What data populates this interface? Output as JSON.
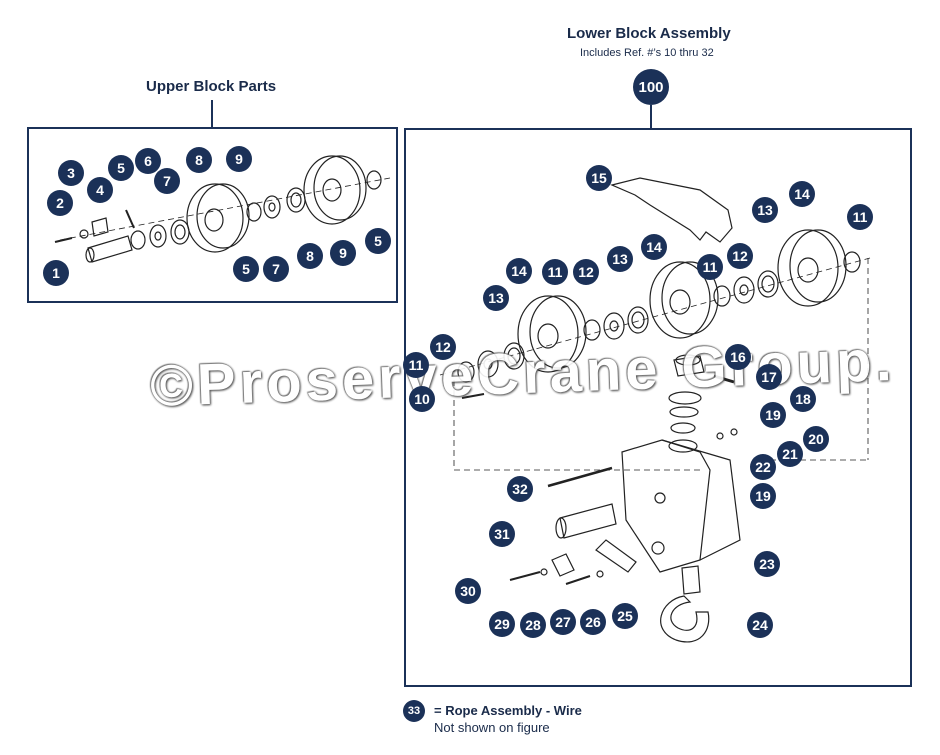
{
  "upper": {
    "title": "Upper Block Parts"
  },
  "lower": {
    "title": "Lower Block Assembly",
    "subtitle": "Includes Ref. #’s 10 thru 32",
    "assembly_number": "100"
  },
  "watermark": "©ProserveCrane Group.",
  "legend": {
    "number": "33",
    "label": "= Rope Assembly - Wire",
    "note": "Not shown on figure"
  },
  "callouts": {
    "u1": "1",
    "u2": "2",
    "u3": "3",
    "u4": "4",
    "u5a": "5",
    "u6": "6",
    "u7a": "7",
    "u8a": "8",
    "u9a": "9",
    "u5b": "5",
    "u7b": "7",
    "u8b": "8",
    "u9b": "9",
    "u5c": "5",
    "l15": "15",
    "l14a": "14",
    "l13a": "13",
    "l11a": "11",
    "l14b": "14",
    "l12a": "12",
    "l13b": "13",
    "l11b": "11",
    "l11c": "11",
    "l12b": "12",
    "l14c": "14",
    "l13c": "13",
    "l11d": "11",
    "l12c": "12",
    "l10": "10",
    "l16": "16",
    "l17": "17",
    "l18": "18",
    "l19a": "19",
    "l20": "20",
    "l21": "21",
    "l22": "22",
    "l19b": "19",
    "l32": "32",
    "l31": "31",
    "l23": "23",
    "l30": "30",
    "l29": "29",
    "l28": "28",
    "l27": "27",
    "l26": "26",
    "l25": "25",
    "l24": "24"
  }
}
